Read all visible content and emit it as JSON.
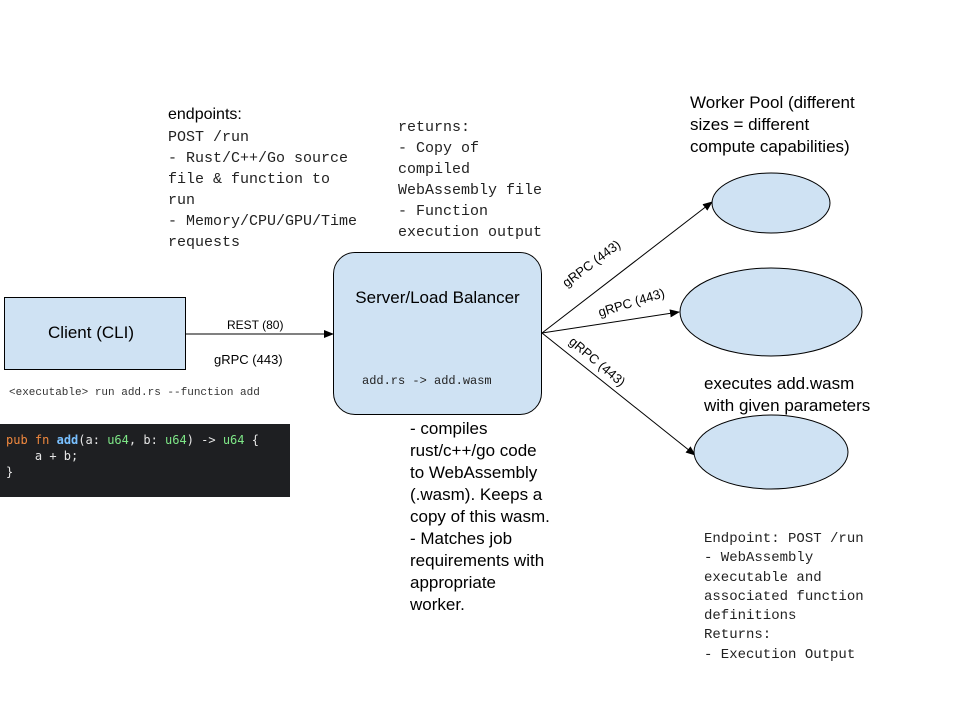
{
  "client": {
    "label": "Client (CLI)",
    "command": "<executable> run add.rs --function add"
  },
  "code_snippet": {
    "kw_pub": "pub",
    "kw_fn": "fn",
    "fn_name": "add",
    "p1": "(a: ",
    "t1": "u64",
    "p2": ", b: ",
    "t2": "u64",
    "p3": ") -> ",
    "t3": "u64",
    "p4": " {",
    "line2": "    a + b;",
    "line3": "}"
  },
  "client_edge": {
    "rest_label": "REST (80)",
    "grpc_label": "gRPC (443)"
  },
  "endpoints_note": {
    "heading": "endpoints:",
    "lines": [
      "POST /run",
      "- Rust/C++/Go source",
      "file & function to",
      "run",
      "- Memory/CPU/GPU/Time",
      "requests"
    ]
  },
  "returns_note": {
    "lines": [
      "returns:",
      "- Copy of",
      "compiled",
      "WebAssembly file",
      "- Function",
      "execution output"
    ]
  },
  "server": {
    "label": "Server/Load Balancer",
    "transform": "add.rs -> add.wasm"
  },
  "server_note": {
    "lines": [
      "- compiles",
      "rust/c++/go code",
      "to WebAssembly",
      "(.wasm). Keeps a",
      "copy of this wasm.",
      "- Matches job",
      "requirements with",
      "appropriate",
      "worker."
    ]
  },
  "worker_pool": {
    "title_lines": [
      "Worker Pool (different",
      "sizes = different",
      "compute capabilities)"
    ]
  },
  "worker_edges": {
    "top": "gRPC (443)",
    "middle": "gRPC (443)",
    "bottom": "gRPC (443)"
  },
  "worker_note": {
    "lines": [
      "executes add.wasm",
      "with given parameters"
    ]
  },
  "worker_endpoint_note": {
    "lines": [
      "Endpoint: POST /run",
      "- WebAssembly",
      "executable and",
      "associated function",
      "definitions",
      "Returns:",
      "- Execution Output"
    ]
  },
  "colors": {
    "node_fill": "#cfe2f3",
    "stroke": "#000000",
    "code_bg": "#1e1f22"
  }
}
